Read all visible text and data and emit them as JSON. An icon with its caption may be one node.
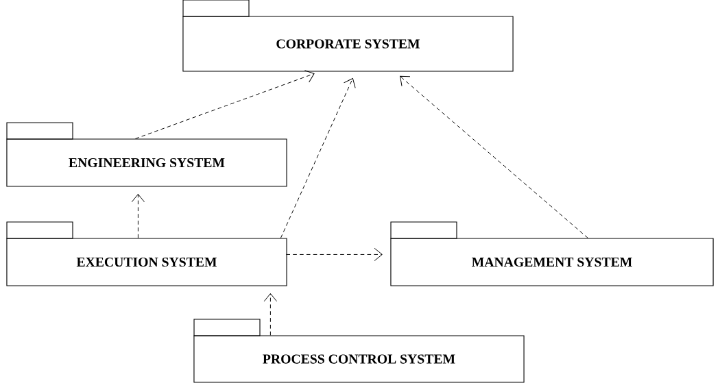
{
  "diagram": {
    "nodes": [
      {
        "text": [
          "CORPORATE SYSTEM"
        ]
      },
      {
        "text": [
          "ENGINEERING SYSTEM"
        ]
      },
      {
        "text": [
          "EXECUTION SYSTEM"
        ]
      },
      {
        "text": [
          "MANAGEMENT SYSTEM"
        ]
      },
      {
        "text": [
          "PROCESS CONTROL SYSTEM"
        ]
      }
    ],
    "edges": [
      {
        "from": 1,
        "to": 0,
        "arrow": "to",
        "style": "dashed"
      },
      {
        "from": 2,
        "to": 1,
        "arrow": "to",
        "style": "dashed"
      },
      {
        "from": 2,
        "to": 0,
        "arrow": "to",
        "style": "dashed"
      },
      {
        "from": 2,
        "to": 3,
        "arrow": "to",
        "style": "dashed"
      },
      {
        "from": 3,
        "to": 0,
        "arrow": "to",
        "style": "dashed"
      },
      {
        "from": 4,
        "to": 2,
        "arrow": "to",
        "style": "dashed"
      }
    ]
  }
}
